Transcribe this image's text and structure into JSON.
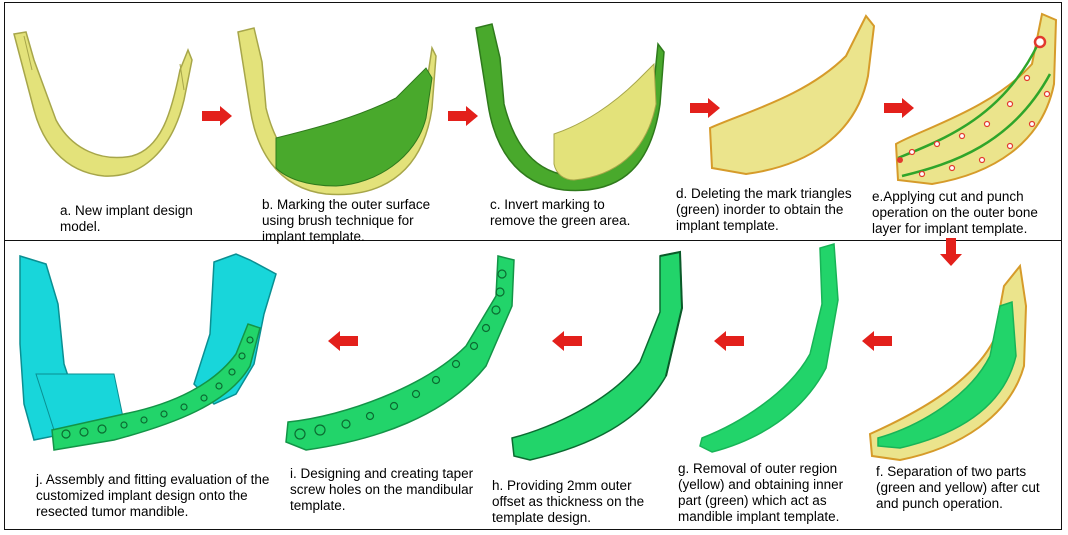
{
  "colors": {
    "bone_yellow": "#e3e27a",
    "bone_shadow": "#a7a64a",
    "mark_green": "#49a92c",
    "implant_green": "#22d46a",
    "implant_dark": "#139447",
    "skull_cyan": "#18d6da",
    "arrow_red": "#e3201b"
  },
  "steps": {
    "a": {
      "caption": "a. New implant design model."
    },
    "b": {
      "caption": "b. Marking  the outer surface using brush technique for implant template."
    },
    "c": {
      "caption": "c. Invert marking to remove the green area."
    },
    "d": {
      "caption": "d. Deleting the mark triangles (green) inorder to obtain the implant template."
    },
    "e": {
      "caption": "e.Applying cut and punch operation on the outer bone layer for implant template."
    },
    "f": {
      "caption": "f.  Separation of two parts (green and yellow) after cut and punch operation."
    },
    "g": {
      "caption": "g. Removal of outer region (yellow) and obtaining inner part (green) which act as mandible implant template."
    },
    "h": {
      "caption": "h. Providing 2mm outer offset as thickness on the template design."
    },
    "i": {
      "caption": "i. Designing and creating taper screw holes on the mandibular template."
    },
    "j": {
      "caption": "j. Assembly and fitting evaluation of the customized implant design onto the resected tumor mandible."
    }
  },
  "arrows": [
    "right-arrow",
    "right-arrow",
    "right-arrow",
    "right-arrow",
    "down-arrow",
    "left-arrow",
    "left-arrow",
    "left-arrow",
    "left-arrow"
  ]
}
